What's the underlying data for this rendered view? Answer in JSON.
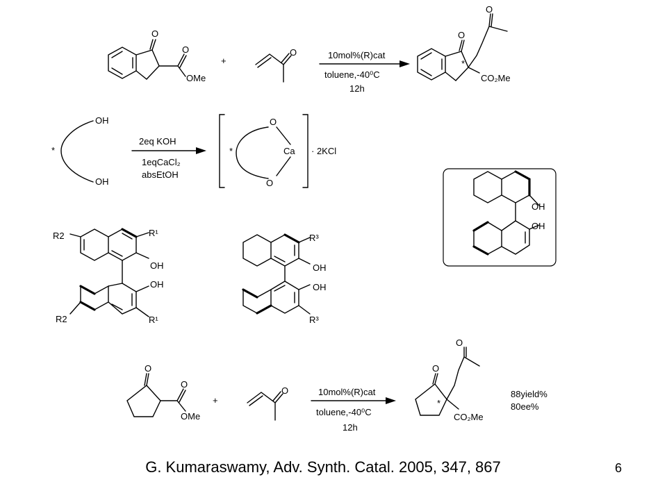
{
  "scheme1": {
    "ketone_o": "O",
    "ester_o": "O",
    "ester_ome": "OMe",
    "plus": "+",
    "mvk_o": "O",
    "arrow_top": "10mol%(R)cat",
    "arrow_bottom_1": "toluene,-40⁰C",
    "arrow_bottom_2": "12h",
    "prod_ketone_o": "O",
    "prod_side_o": "O",
    "prod_star": "*",
    "prod_ester": "CO₂Me"
  },
  "scheme2": {
    "oh_top": "OH",
    "oh_bottom": "OH",
    "star": "*",
    "arrow_top": "2eq KOH",
    "arrow_bottom_1": "1eqCaCl₂",
    "arrow_bottom_2": "absEtOH",
    "complex_o_top": "O",
    "complex_o_bottom": "O",
    "complex_metal": "Ca",
    "complex_star": "*",
    "byproduct": "· 2KCl"
  },
  "ligands": {
    "binol_r2_top": "R2",
    "binol_r1_top": "R¹",
    "binol_oh_1": "OH",
    "binol_oh_2": "OH",
    "binol_r2_bottom": "R2",
    "binol_r1_bottom": "R¹",
    "h8_r3_top": "R³",
    "h8_oh_1": "OH",
    "h8_oh_2": "OH",
    "h8_r3_bottom": "R³",
    "boxed_oh_1": "OH",
    "boxed_oh_2": "OH"
  },
  "scheme3": {
    "ketone_o": "O",
    "ester_o": "O",
    "ester_ome": "OMe",
    "plus": "+",
    "mvk_o": "O",
    "arrow_top": "10mol%(R)cat",
    "arrow_bottom_1": "toluene,-40⁰C",
    "arrow_bottom_2": "12h",
    "prod_ketone_o": "O",
    "prod_side_o": "O",
    "prod_star": "*",
    "prod_ester": "CO₂Me",
    "yield": "88yield%",
    "ee": "80ee%"
  },
  "footer": {
    "citation": "G. Kumaraswamy, Adv. Synth. Catal. 2005, 347, 867",
    "page_number": "6"
  }
}
